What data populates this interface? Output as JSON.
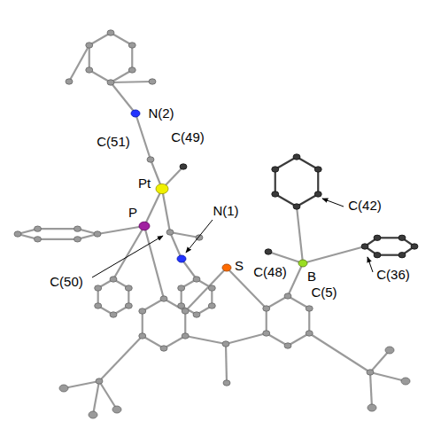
{
  "diagram": {
    "labels": [
      "N(2)",
      "C(51)",
      "C(49)",
      "Pt",
      "C(42)",
      "N(1)",
      "P",
      "C(50)",
      "S",
      "C(48)",
      "B",
      "C(36)",
      "C(5)"
    ]
  }
}
